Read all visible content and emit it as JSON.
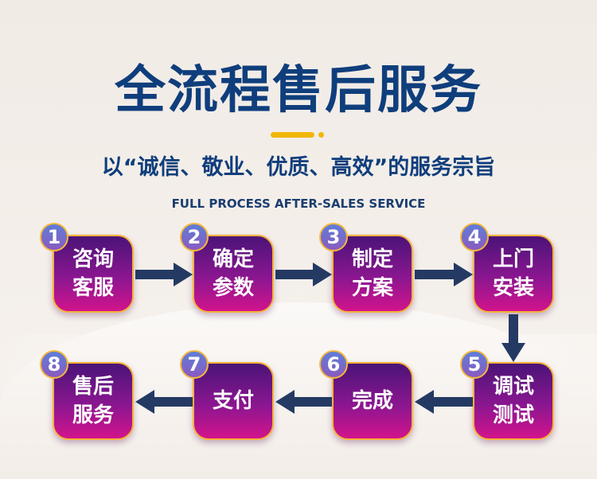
{
  "title": "全流程售后服务",
  "subtitle": "以“诚信、敬业、优质、高效”的服务宗旨",
  "english": "FULL PROCESS AFTER-SALES SERVICE",
  "colors": {
    "title": "#0f3e7c",
    "accent": "#f2b705",
    "arrow": "#243a63"
  },
  "steps": [
    {
      "num": "1",
      "label": "咨询客服"
    },
    {
      "num": "2",
      "label": "确定参数"
    },
    {
      "num": "3",
      "label": "制定方案"
    },
    {
      "num": "4",
      "label": "上门安装"
    },
    {
      "num": "5",
      "label": "调试测试"
    },
    {
      "num": "6",
      "label": "完成"
    },
    {
      "num": "7",
      "label": "支付"
    },
    {
      "num": "8",
      "label": "售后服务"
    }
  ]
}
